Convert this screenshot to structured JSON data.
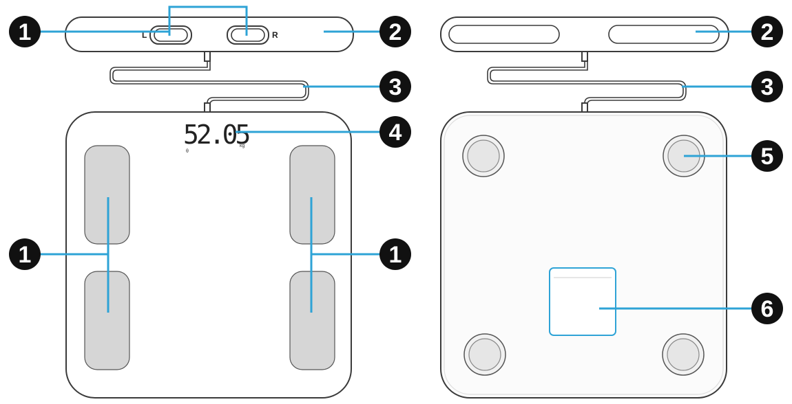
{
  "front": {
    "handle_left_letter": "L",
    "handle_right_letter": "R",
    "display_reading": "52.05",
    "display_unit": "kg",
    "display_indicator": "θ"
  },
  "callouts": {
    "electrodes_handle": "1",
    "handle_front": "2",
    "cable_front": "3",
    "display": "4",
    "electrodes_left": "1",
    "electrodes_right": "1",
    "handle_back": "2",
    "cable_back": "3",
    "foot": "5",
    "battery_cover": "6"
  },
  "colors": {
    "leader": "#2ea3d6",
    "badge": "#111111",
    "pad": "#d6d6d6"
  }
}
